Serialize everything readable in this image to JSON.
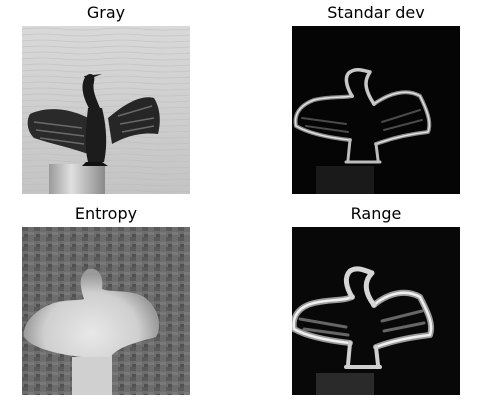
{
  "panels": [
    {
      "title": "Gray",
      "mode": "gray"
    },
    {
      "title": "Standar dev",
      "mode": "std"
    },
    {
      "title": "Entropy",
      "mode": "entropy"
    },
    {
      "title": "Range",
      "mode": "range"
    }
  ]
}
